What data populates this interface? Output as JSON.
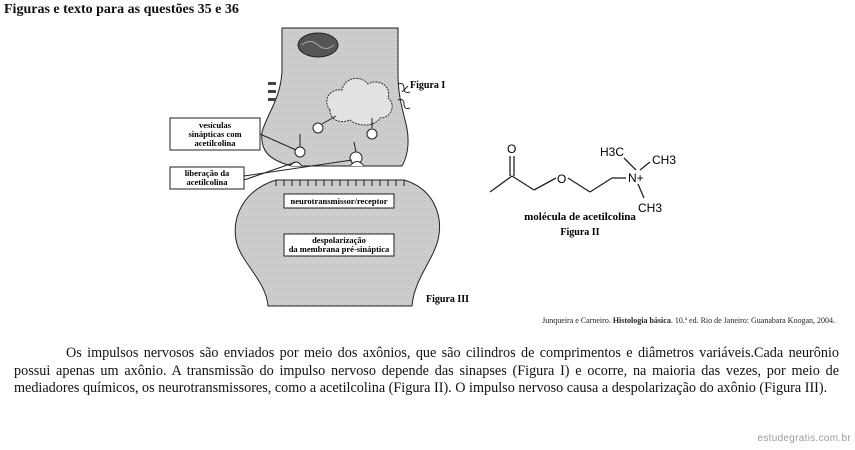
{
  "heading": "Figuras e texto para as questões 35 e 36",
  "figure1": {
    "label": "Figura I",
    "callout_vesicles_lines": [
      "vesículas",
      "sinápticas com",
      "acetilcolina"
    ],
    "callout_release_lines": [
      "liberação da",
      "acetilcolina"
    ],
    "label_receptor": "neurotransmissor/receptor",
    "label_depolarization_lines": [
      "despolarização",
      "da membrana pré-sináptica"
    ]
  },
  "figure3": {
    "label": "Figura III"
  },
  "figure2": {
    "caption": "molécula de acetilcolina",
    "label": "Figura II",
    "atoms": {
      "h3c": "H3C",
      "ch3_right": "CH3",
      "ch3_bottom": "CH3",
      "n_plus": "N+",
      "oxygen_top": "O",
      "oxygen_chain": "O"
    }
  },
  "citation": {
    "authors": "Junqueira e Carneiro.",
    "title": "Histologia básica",
    "details": ". 10.ª ed. Rio de Janeiro: Guanabara Koogan, 2004."
  },
  "body_text": "Os impulsos nervosos são enviados por meio dos axônios, que são cilindros de comprimentos e diâmetros variáveis.Cada neurônio possui apenas um axônio. A transmissão do impulso nervoso depende das sinapses (Figura I) e ocorre, na maioria das vezes, por meio de mediadores químicos, os neurotransmissores, como a acetilcolina (Figura II). O impulso nervoso causa a despolarização do axônio (Figura III).",
  "watermark": "estudegratis.com.br"
}
